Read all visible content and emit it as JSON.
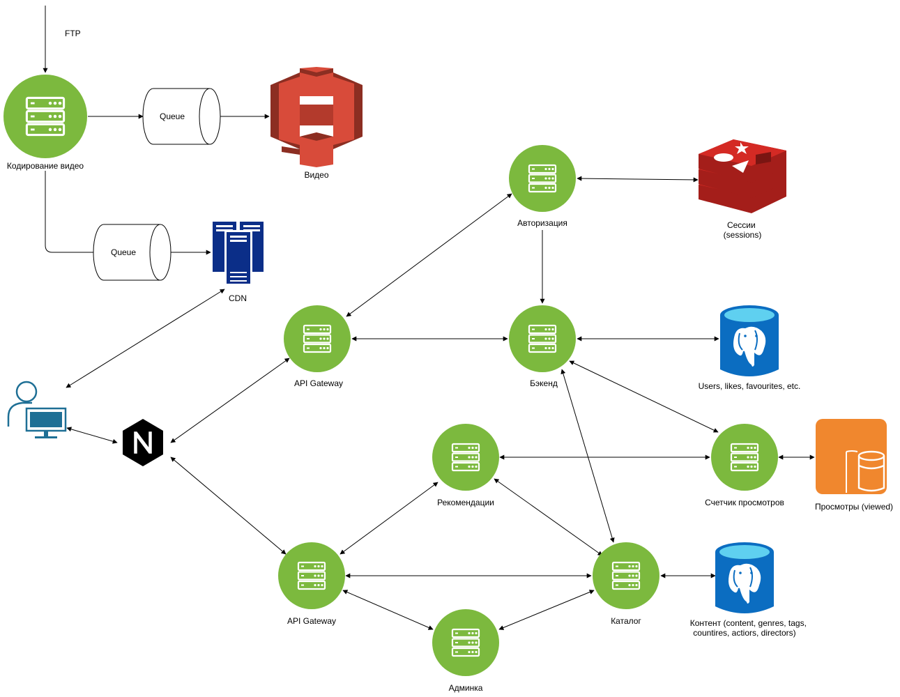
{
  "diagram": {
    "edge_label_ftp": "FTP",
    "queues": [
      {
        "id": "queue-top",
        "label": "Queue"
      },
      {
        "id": "queue-bottom",
        "label": "Queue"
      }
    ],
    "services": [
      {
        "id": "encoding",
        "label": "Кодирование видео"
      },
      {
        "id": "auth",
        "label": "Авторизация"
      },
      {
        "id": "api-gateway-top",
        "label": "API Gateway"
      },
      {
        "id": "backend",
        "label": "Бэкенд"
      },
      {
        "id": "recommendations",
        "label": "Рекомендации"
      },
      {
        "id": "view-counter",
        "label": "Счетчик просмотров"
      },
      {
        "id": "api-gateway-bottom",
        "label": "API Gateway"
      },
      {
        "id": "catalog",
        "label": "Каталог"
      },
      {
        "id": "admin",
        "label": "Админка"
      }
    ],
    "storages": [
      {
        "id": "video-storage",
        "label": "Видео",
        "icon": "s3-bucket-icon"
      },
      {
        "id": "sessions",
        "label_lines": [
          "Сессии",
          "(sessions)"
        ],
        "icon": "redis-icon"
      },
      {
        "id": "cdn",
        "label": "CDN",
        "icon": "server-rack-icon"
      },
      {
        "id": "users-db",
        "label": "Users, likes, favourites, etc.",
        "icon": "postgresql-icon"
      },
      {
        "id": "views-db",
        "label": "Просмотры (viewed)",
        "icon": "database-icon"
      },
      {
        "id": "content-db",
        "label_lines": [
          "Контент (content, genres, tags,",
          "countires, actiors, directors)"
        ],
        "icon": "postgresql-icon"
      }
    ],
    "actors": [
      {
        "id": "user",
        "icon": "user-computer-icon"
      },
      {
        "id": "nginx",
        "icon": "nginx-icon"
      }
    ],
    "colors": {
      "service_green": "#7CB93E",
      "aws_red": "#D84B3A",
      "redis_red": "#D42A24",
      "cdn_blue": "#0B2E88",
      "pg_blue": "#0B6DC1",
      "pg_water": "#5FD0F0",
      "orange": "#F0872E",
      "user_blue": "#1E6F95"
    }
  }
}
